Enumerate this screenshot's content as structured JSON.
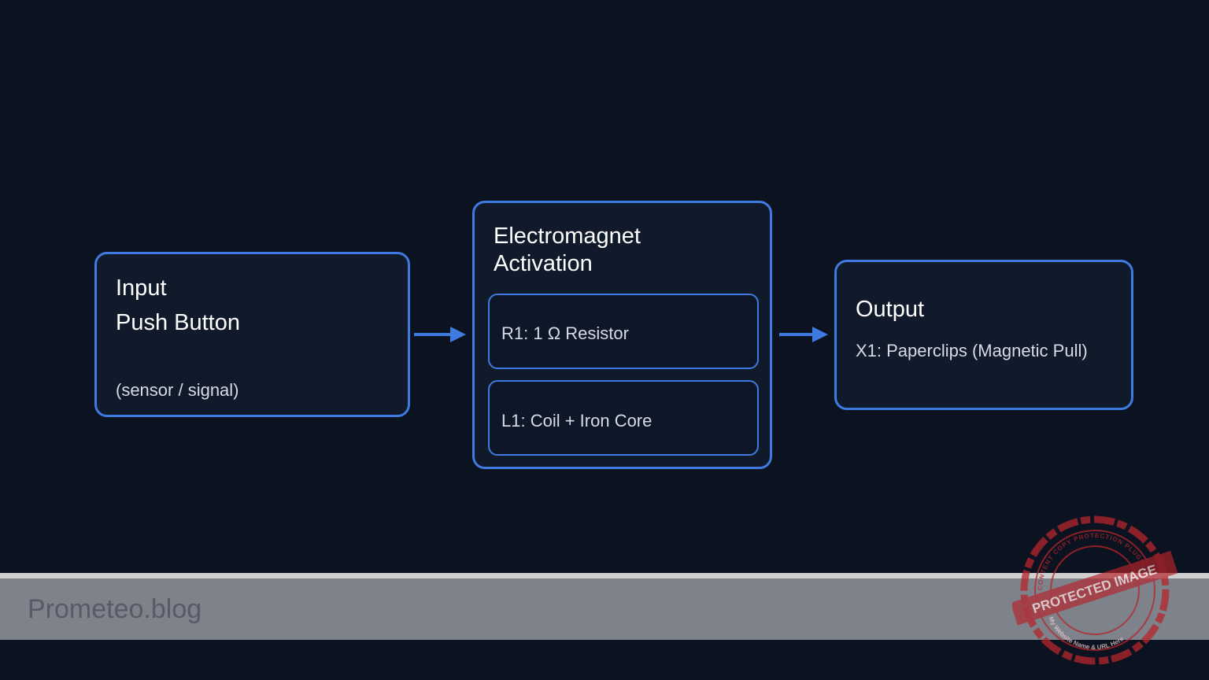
{
  "diagram": {
    "input": {
      "title_line1": "Input",
      "title_line2": "Push Button",
      "note": "(sensor / signal)"
    },
    "process": {
      "title_line1": "Electromagnet",
      "title_line2": "Activation",
      "components": [
        {
          "label": "R1: 1 Ω Resistor"
        },
        {
          "label": "L1: Coil + Iron Core"
        }
      ]
    },
    "output": {
      "title": "Output",
      "label": "X1: Paperclips (Magnetic Pull)"
    }
  },
  "footer": {
    "brand": "Prometeo.blog"
  },
  "watermark": {
    "main_text": "PROTECTED IMAGE",
    "ring_text_top": "CONTENT COPY PROTECTION PLUGIN",
    "ring_text_bottom": "My Website Name & URL Here"
  },
  "colors": {
    "background": "#0b1220",
    "block_fill": "#111a2b",
    "accent_blue": "#3f7ae0",
    "footer_bar": "#7d828b",
    "stamp_red": "#b5252b"
  }
}
